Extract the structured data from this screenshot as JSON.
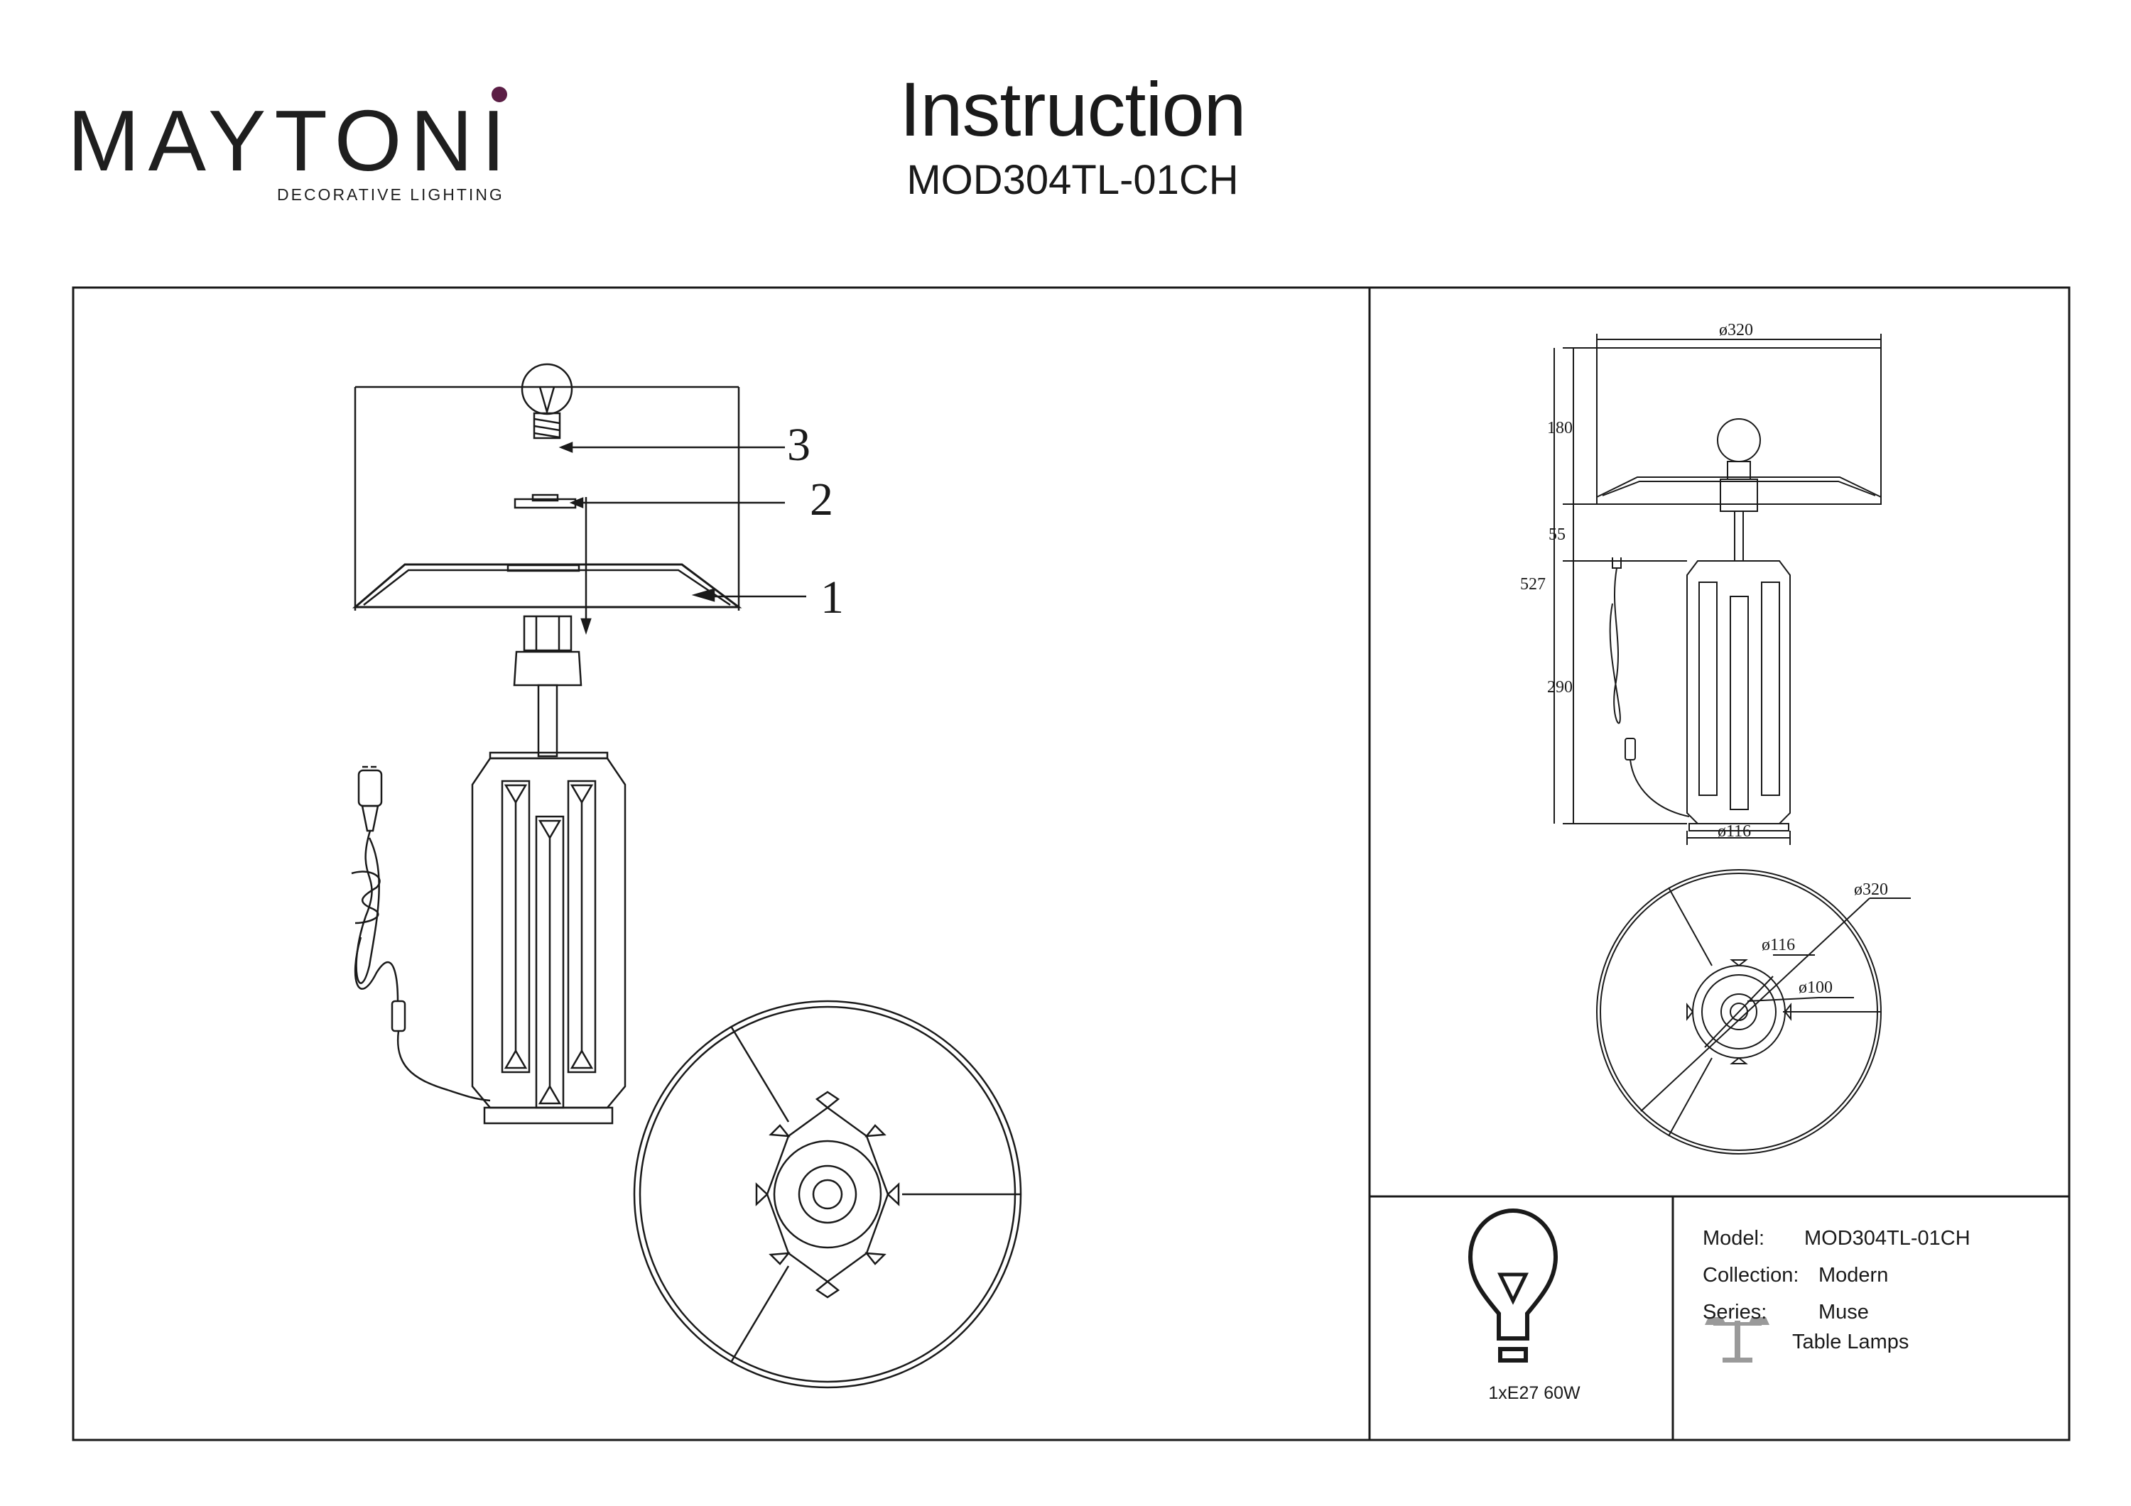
{
  "brand": {
    "name": "MAYTONI",
    "tagline": "DECORATIVE LIGHTING",
    "accent": "#5b1e45"
  },
  "header": {
    "title": "Instruction",
    "model": "MOD304TL-01CH"
  },
  "assembly": {
    "callouts": [
      "1",
      "2",
      "3"
    ]
  },
  "dimensions": {
    "shade_diameter": "ø320",
    "shade_height": "180",
    "neck_height": "55",
    "total_height": "527",
    "body_height": "290",
    "body_diameter": "ø116",
    "top_view": {
      "outer": "ø320",
      "body": "ø116",
      "inner": "ø100"
    }
  },
  "bulb": {
    "label": "1xE27 60W",
    "icon": "bulb-icon"
  },
  "specs": {
    "model_label": "Model:",
    "model_value": "MOD304TL-01CH",
    "collection_label": "Collection:",
    "collection_value": "Modern",
    "series_label": "Series:",
    "series_value": "Muse",
    "category_value": "Table Lamps",
    "category_icon": "table-lamp-icon"
  }
}
